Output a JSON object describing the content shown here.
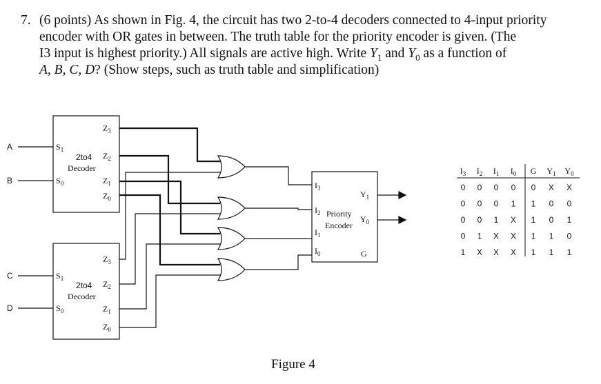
{
  "question": {
    "number": "7.",
    "line1": "(6 points) As shown in Fig. 4, the circuit has two 2-to-4 decoders connected to 4-input priority",
    "line2": "encoder with OR gates in between. The truth table for the priority encoder is given. (The",
    "line3_a": "I3 input is highest priority.) All signals are active high. Write ",
    "line3_y1": "Y",
    "line3_sub1": "1",
    "line3_b": " and ",
    "line3_y0": "Y",
    "line3_sub0": "0",
    "line3_c": " as a function of",
    "line4_vars": "A, B, C, D",
    "line4_rest": "? (Show steps, such as truth table and simplification)"
  },
  "figure": {
    "caption": "Figure 4",
    "inputs": [
      "A",
      "B",
      "C",
      "D"
    ],
    "decoder": {
      "title1": "2to4",
      "title2": "Decoder",
      "s1": "S",
      "s1_sub": "1",
      "s0": "S",
      "s0_sub": "0",
      "z": "Z",
      "z3_sub": "3",
      "z2_sub": "2",
      "z1_sub": "1",
      "z0_sub": "0"
    },
    "encoder": {
      "title1": "Priority",
      "title2": "Encoder",
      "i": "I",
      "i3_sub": "3",
      "i2_sub": "2",
      "i1_sub": "1",
      "i0_sub": "0",
      "y": "Y",
      "y1_sub": "1",
      "y0_sub": "0",
      "g": "G"
    },
    "truth_table": {
      "headers": [
        "I3",
        "I2",
        "I1",
        "I0",
        "G",
        "Y1",
        "Y0"
      ],
      "rows": [
        [
          "0",
          "0",
          "0",
          "0",
          "0",
          "X",
          "X"
        ],
        [
          "0",
          "0",
          "0",
          "1",
          "1",
          "0",
          "0"
        ],
        [
          "0",
          "0",
          "1",
          "X",
          "1",
          "0",
          "1"
        ],
        [
          "0",
          "1",
          "X",
          "X",
          "1",
          "1",
          "0"
        ],
        [
          "1",
          "X",
          "X",
          "X",
          "1",
          "1",
          "1"
        ]
      ]
    }
  }
}
